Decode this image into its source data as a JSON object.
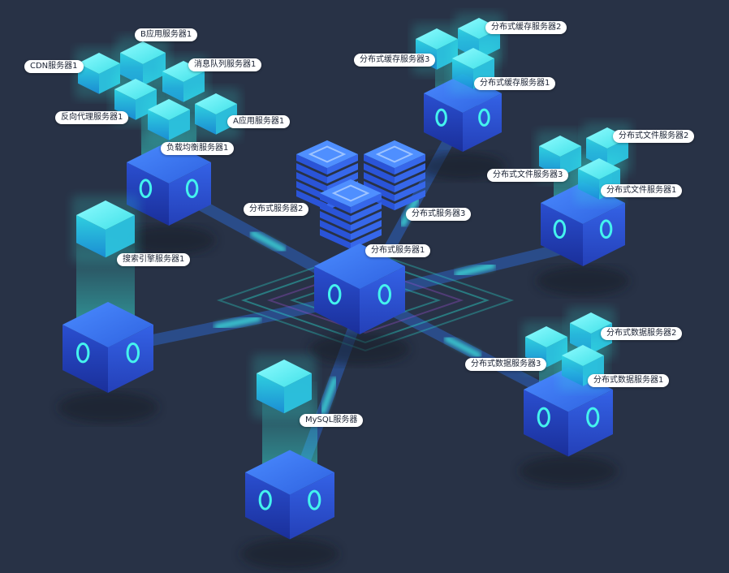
{
  "labels": {
    "cdn": "CDN服务器1",
    "app_b": "B应用服务器1",
    "mq": "消息队列服务器1",
    "reverse_proxy": "反向代理服务器1",
    "app_a": "A应用服务器1",
    "load_balancer": "负载均衡服务器1",
    "cache_3": "分布式缓存服务器3",
    "cache_2": "分布式缓存服务器2",
    "cache_1": "分布式缓存服务器1",
    "file_2": "分布式文件服务器2",
    "file_3": "分布式文件服务器3",
    "file_1": "分布式文件服务器1",
    "dist_2": "分布式服务器2",
    "dist_3": "分布式服务器3",
    "dist_1": "分布式服务器1",
    "search": "搜索引擎服务器1",
    "data_2": "分布式数据服务器2",
    "data_3": "分布式数据服务器3",
    "data_1": "分布式数据服务器1",
    "mysql": "MySQL服务器"
  },
  "colors": {
    "background": "#283246",
    "cube_top": "#3a7bf0",
    "cube_left": "#1f3fb8",
    "cube_right": "#2a55d6",
    "glow": "#39f4e6",
    "link": "#2f6fc8"
  }
}
